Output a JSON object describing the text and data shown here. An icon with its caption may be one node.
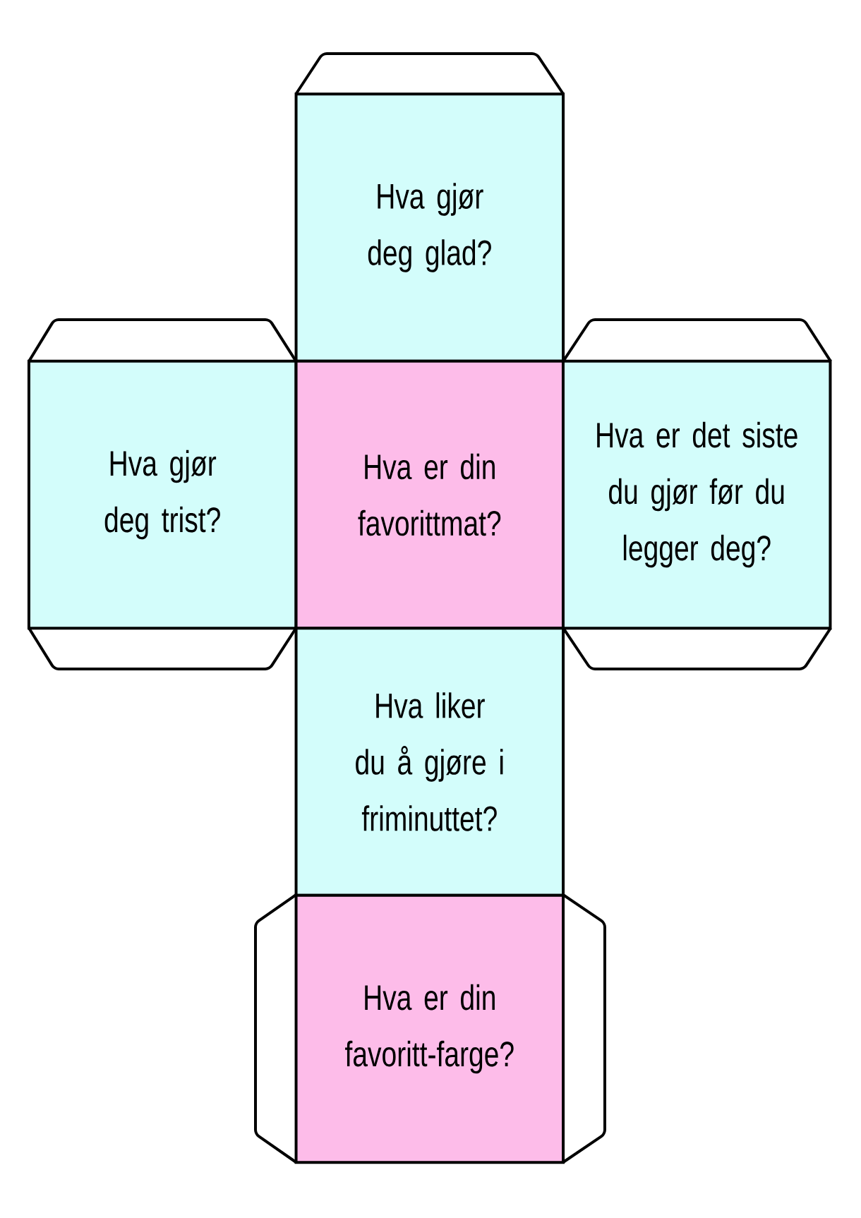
{
  "diagram": {
    "nodes": [
      {
        "text": [
          "Hva gjør deg glad?"
        ]
      },
      {
        "text": [
          "Hva gjør deg trist?"
        ]
      },
      {
        "text": [
          "Hva er din favorittmat?"
        ]
      },
      {
        "text": [
          "Hva er det siste du gjør før du legger deg?"
        ]
      },
      {
        "text": [
          "Hva liker du å gjøre i friminuttet?"
        ]
      },
      {
        "text": [
          "Hva er din favoritt-farge?"
        ]
      }
    ]
  }
}
